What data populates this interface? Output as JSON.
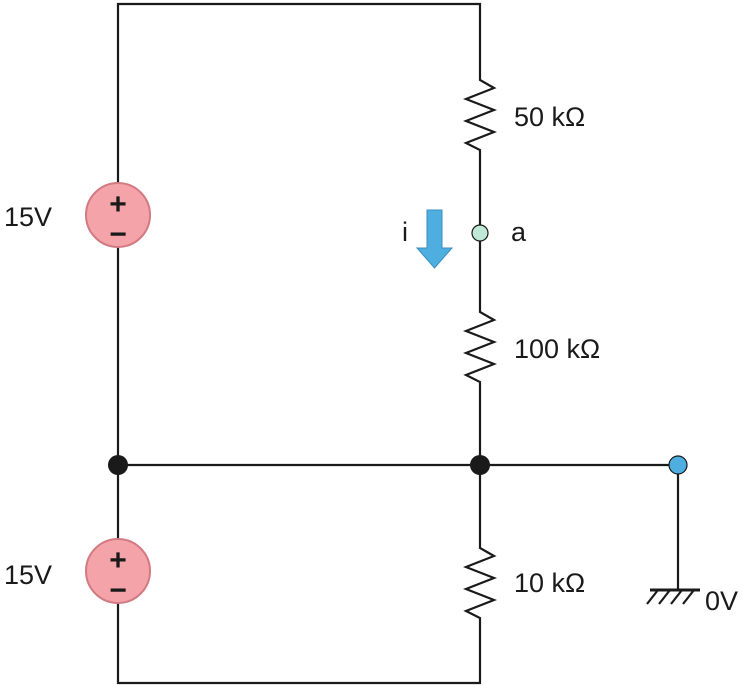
{
  "sources": [
    {
      "label": "15V",
      "plus": "+",
      "minus": "−"
    },
    {
      "label": "15V",
      "plus": "+",
      "minus": "−"
    }
  ],
  "resistors": [
    {
      "label": "50 kΩ"
    },
    {
      "label": "100 kΩ"
    },
    {
      "label": "10 kΩ"
    }
  ],
  "current": {
    "label": "i"
  },
  "node_a": {
    "label": "a"
  },
  "ground": {
    "label": "0V"
  },
  "colors": {
    "wire": "#1a1a1a",
    "source_fill": "#f4a3a8",
    "source_stroke": "#d27a82",
    "arrow": "#4eaee0",
    "node_a_fill": "#bfe8d8",
    "ground_node_fill": "#4eaee0",
    "junction": "#1a1a1a"
  }
}
